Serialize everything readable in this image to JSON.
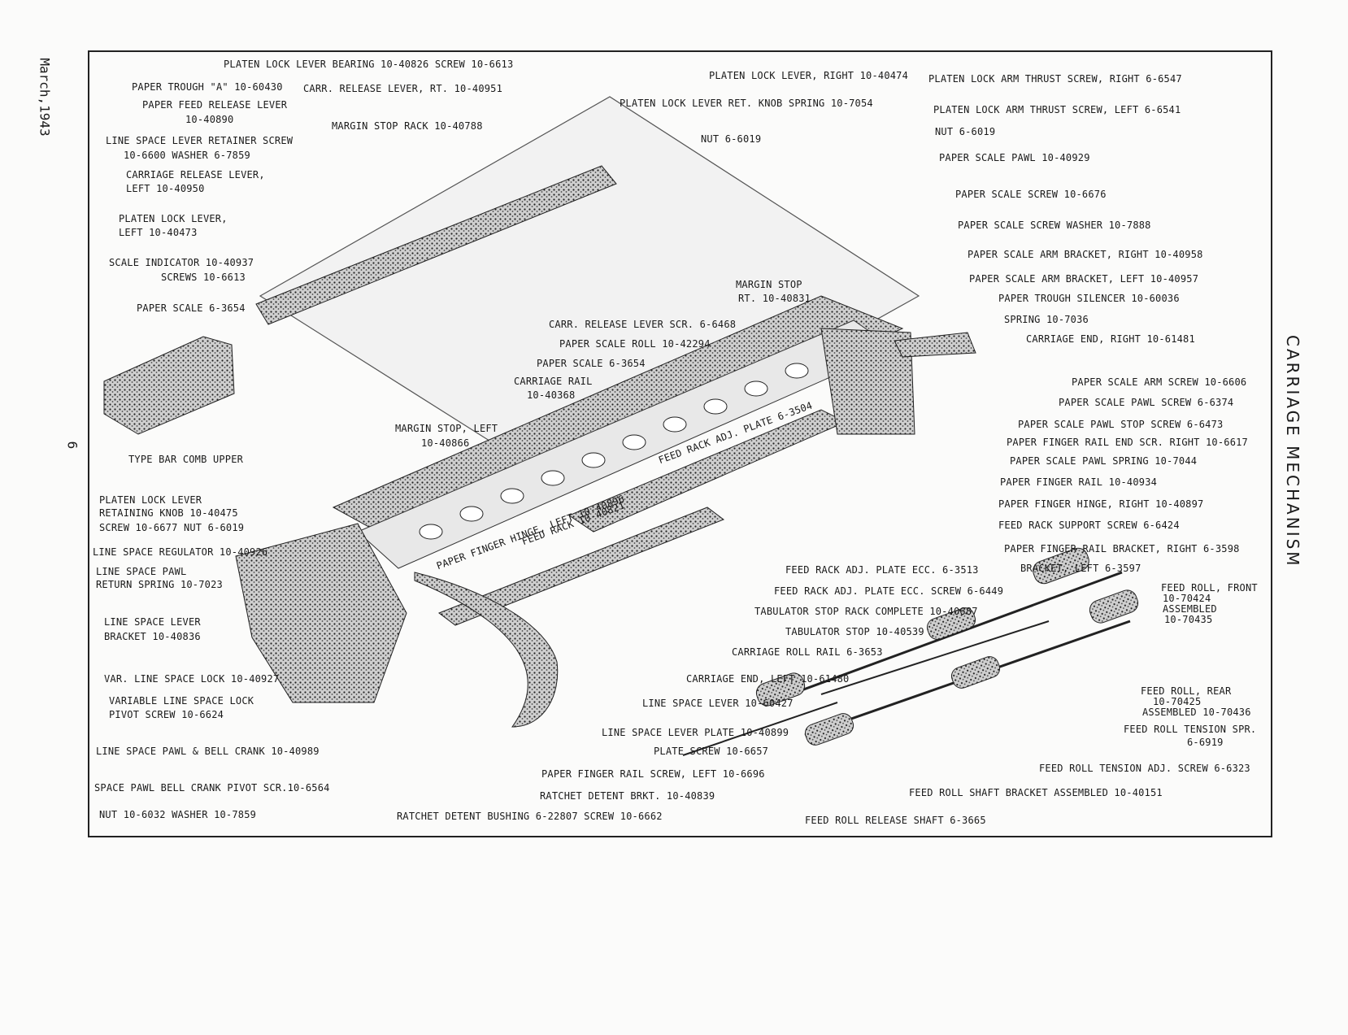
{
  "page": {
    "date": "March,1943",
    "page_number": "6",
    "title": "CARRIAGE MECHANISM"
  },
  "labels": [
    {
      "id": "l1",
      "text": "PLATEN LOCK LEVER BEARING 10-40826  SCREW 10-6613"
    },
    {
      "id": "l2",
      "text": "PAPER TROUGH \"A\" 10-60430"
    },
    {
      "id": "l3",
      "text": "CARR. RELEASE LEVER, RT. 10-40951"
    },
    {
      "id": "l4",
      "text": "PAPER FEED RELEASE LEVER"
    },
    {
      "id": "l5",
      "text": "10-40890"
    },
    {
      "id": "l6",
      "text": "MARGIN STOP RACK 10-40788"
    },
    {
      "id": "l7",
      "text": "LINE SPACE LEVER RETAINER SCREW"
    },
    {
      "id": "l8",
      "text": "10-6600      WASHER 6-7859"
    },
    {
      "id": "l9",
      "text": "CARRIAGE RELEASE LEVER,"
    },
    {
      "id": "l10",
      "text": "LEFT 10-40950"
    },
    {
      "id": "l11",
      "text": "PLATEN LOCK LEVER,"
    },
    {
      "id": "l12",
      "text": "LEFT 10-40473"
    },
    {
      "id": "l13",
      "text": "SCALE INDICATOR 10-40937"
    },
    {
      "id": "l14",
      "text": "SCREWS 10-6613"
    },
    {
      "id": "l15",
      "text": "PAPER SCALE 6-3654"
    },
    {
      "id": "l16",
      "text": "TYPE BAR COMB UPPER"
    },
    {
      "id": "l17",
      "text": "PLATEN LOCK LEVER"
    },
    {
      "id": "l18",
      "text": "RETAINING KNOB 10-40475"
    },
    {
      "id": "l19",
      "text": "SCREW 10-6677  NUT 6-6019"
    },
    {
      "id": "l20",
      "text": "LINE SPACE REGULATOR 10-40926"
    },
    {
      "id": "l21",
      "text": "LINE SPACE PAWL"
    },
    {
      "id": "l22",
      "text": "RETURN SPRING 10-7023"
    },
    {
      "id": "l23",
      "text": "LINE SPACE LEVER"
    },
    {
      "id": "l24",
      "text": "BRACKET 10-40836"
    },
    {
      "id": "l25",
      "text": "VAR. LINE SPACE LOCK 10-40927"
    },
    {
      "id": "l26",
      "text": "VARIABLE LINE SPACE LOCK"
    },
    {
      "id": "l27",
      "text": "PIVOT SCREW 10-6624"
    },
    {
      "id": "l28",
      "text": "LINE SPACE PAWL & BELL CRANK 10-40989"
    },
    {
      "id": "l29",
      "text": "SPACE PAWL BELL CRANK PIVOT SCR.10-6564"
    },
    {
      "id": "l30",
      "text": "NUT 10-6032          WASHER 10-7859"
    },
    {
      "id": "l31",
      "text": "RATCHET DETENT BUSHING 6-22807  SCREW 10-6662"
    },
    {
      "id": "l32",
      "text": "PLATEN LOCK LEVER, RIGHT 10-40474"
    },
    {
      "id": "l33",
      "text": "PLATEN LOCK LEVER RET. KNOB SPRING 10-7054"
    },
    {
      "id": "l34",
      "text": "NUT 6-6019"
    },
    {
      "id": "l35",
      "text": "PLATEN LOCK ARM THRUST SCREW, RIGHT 6-6547"
    },
    {
      "id": "l36",
      "text": "PLATEN LOCK ARM THRUST SCREW, LEFT 6-6541"
    },
    {
      "id": "l37",
      "text": "NUT 6-6019"
    },
    {
      "id": "l38",
      "text": "PAPER SCALE PAWL 10-40929"
    },
    {
      "id": "l39",
      "text": "PAPER SCALE SCREW 10-6676"
    },
    {
      "id": "l40",
      "text": "PAPER SCALE SCREW WASHER 10-7888"
    },
    {
      "id": "l41",
      "text": "PAPER SCALE ARM BRACKET, RIGHT 10-40958"
    },
    {
      "id": "l42",
      "text": "PAPER SCALE ARM BRACKET, LEFT 10-40957"
    },
    {
      "id": "l43",
      "text": "PAPER TROUGH SILENCER 10-60036"
    },
    {
      "id": "l44",
      "text": "SPRING 10-7036"
    },
    {
      "id": "l45",
      "text": "CARRIAGE END, RIGHT 10-61481"
    },
    {
      "id": "l46",
      "text": "MARGIN STOP"
    },
    {
      "id": "l47",
      "text": "RT. 10-40831"
    },
    {
      "id": "l48",
      "text": "CARR. RELEASE LEVER SCR. 6-6468"
    },
    {
      "id": "l49",
      "text": "PAPER SCALE ROLL 10-42294"
    },
    {
      "id": "l50",
      "text": "PAPER SCALE 6-3654"
    },
    {
      "id": "l51",
      "text": "CARRIAGE RAIL"
    },
    {
      "id": "l52",
      "text": "10-40368"
    },
    {
      "id": "l53",
      "text": "MARGIN STOP, LEFT"
    },
    {
      "id": "l54",
      "text": "10-40866"
    },
    {
      "id": "l55",
      "text": "PAPER SCALE ARM SCREW 10-6606"
    },
    {
      "id": "l56",
      "text": "PAPER SCALE PAWL SCREW 6-6374"
    },
    {
      "id": "l57",
      "text": "PAPER SCALE PAWL STOP SCREW 6-6473"
    },
    {
      "id": "l58",
      "text": "PAPER FINGER RAIL END SCR. RIGHT 10-6617"
    },
    {
      "id": "l59",
      "text": "PAPER SCALE PAWL SPRING 10-7044"
    },
    {
      "id": "l60",
      "text": "PAPER FINGER RAIL 10-40934"
    },
    {
      "id": "l61",
      "text": "PAPER FINGER HINGE, RIGHT 10-40897"
    },
    {
      "id": "l62",
      "text": "FEED RACK SUPPORT SCREW 6-6424"
    },
    {
      "id": "l63",
      "text": "PAPER FINGER RAIL BRACKET, RIGHT 6-3598"
    },
    {
      "id": "l64",
      "text": "BRACKET, LEFT 6-3597"
    },
    {
      "id": "l65",
      "text": "FEED RACK ADJ. PLATE ECC. 6-3513"
    },
    {
      "id": "l66",
      "text": "FEED RACK ADJ. PLATE ECC. SCREW 6-6449"
    },
    {
      "id": "l67",
      "text": "TABULATOR STOP RACK COMPLETE 10-40687"
    },
    {
      "id": "l68",
      "text": "TABULATOR STOP 10-40539"
    },
    {
      "id": "l69",
      "text": "CARRIAGE ROLL RAIL 6-3653"
    },
    {
      "id": "l70",
      "text": "CARRIAGE END, LEFT 10-61480"
    },
    {
      "id": "l71",
      "text": "LINE SPACE LEVER 10-60427"
    },
    {
      "id": "l72",
      "text": "LINE SPACE LEVER PLATE 10-40899"
    },
    {
      "id": "l73",
      "text": "PLATE SCREW 10-6657"
    },
    {
      "id": "l74",
      "text": "PAPER FINGER RAIL SCREW, LEFT 10-6696"
    },
    {
      "id": "l75",
      "text": "RATCHET DETENT BRKT. 10-40839"
    },
    {
      "id": "l76",
      "text": "FEED ROLL SHAFT BRACKET ASSEMBLED 10-40151"
    },
    {
      "id": "l77",
      "text": "FEED ROLL RELEASE SHAFT 6-3665"
    },
    {
      "id": "l78",
      "text": "FEED ROLL TENSION ADJ. SCREW 6-6323"
    },
    {
      "id": "l79",
      "text": "FEED ROLL TENSION SPR."
    },
    {
      "id": "l80",
      "text": "6-6919"
    },
    {
      "id": "l81",
      "text": "FEED ROLL, REAR"
    },
    {
      "id": "l82",
      "text": "10-70425"
    },
    {
      "id": "l83",
      "text": "ASSEMBLED 10-70436"
    },
    {
      "id": "l84",
      "text": "FEED ROLL, FRONT"
    },
    {
      "id": "l85",
      "text": "10-70424"
    },
    {
      "id": "l86",
      "text": "ASSEMBLED"
    },
    {
      "id": "l87",
      "text": "10-70435"
    },
    {
      "id": "l88",
      "text": "FEED RACK ADJ. PLATE 6-3504"
    },
    {
      "id": "l89",
      "text": "PAPER FINGER HINGE, LEFT 10-40896"
    },
    {
      "id": "l90",
      "text": "FEED RACK 10-40821"
    }
  ]
}
